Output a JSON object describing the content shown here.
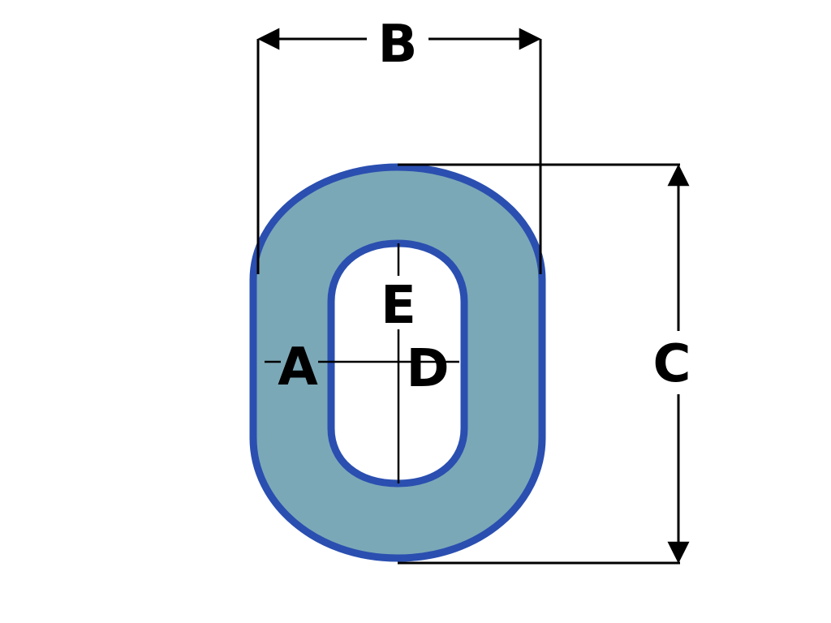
{
  "labels": {
    "a": "A",
    "b": "B",
    "c": "C",
    "d": "D",
    "e": "E"
  },
  "colors": {
    "link_fill": "#7ba8b7",
    "link_outline": "#2a4fb0",
    "dimension_line": "#000000",
    "hole_fill": "#ffffff"
  }
}
